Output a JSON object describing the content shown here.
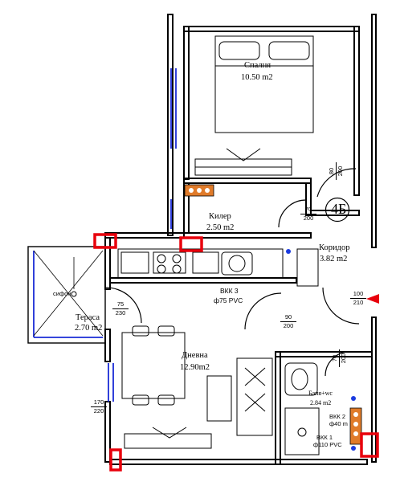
{
  "unit": {
    "id": "4Б"
  },
  "rooms": {
    "bedroom": {
      "name": "Спалня",
      "area": "10.50 m2"
    },
    "pantry": {
      "name": "Килер",
      "area": "2.50 m2"
    },
    "corridor": {
      "name": "Коридор",
      "area": "3.82 m2"
    },
    "living": {
      "name": "Дневна",
      "area": "12.90m2"
    },
    "terrace": {
      "name": "Тераса",
      "area": "2.70 m2"
    },
    "bathroom": {
      "name": "Баня+wc",
      "area": "2.84 m2"
    }
  },
  "fixtures": {
    "siphon": "сифон",
    "vkk3_name": "ВКК 3",
    "vkk3_pipe": "ф75 PVC",
    "vkk2_name": "ВКК 2",
    "vkk2_pipe": "ф40 m",
    "vkk1_name": "ВКК 1",
    "vkk1_pipe": "ф110 PVC"
  },
  "openings": {
    "bedroom_door": {
      "width": "80",
      "height": "200"
    },
    "pantry_door": {
      "width": "70",
      "height": "200"
    },
    "entrance_door": {
      "width": "100",
      "height": "210"
    },
    "terrace_door": {
      "width": "75",
      "height": "230"
    },
    "living_door": {
      "width": "90",
      "height": "200"
    },
    "bath_door": {
      "width": "70",
      "height": "200"
    },
    "terrace_window": {
      "width": "170",
      "height": "220"
    }
  },
  "colors": {
    "wall": "#000000",
    "window": "#1a2bd6",
    "marker": "#e8000c",
    "pipe": "#e07b2a",
    "riser": "#1a3be0"
  }
}
